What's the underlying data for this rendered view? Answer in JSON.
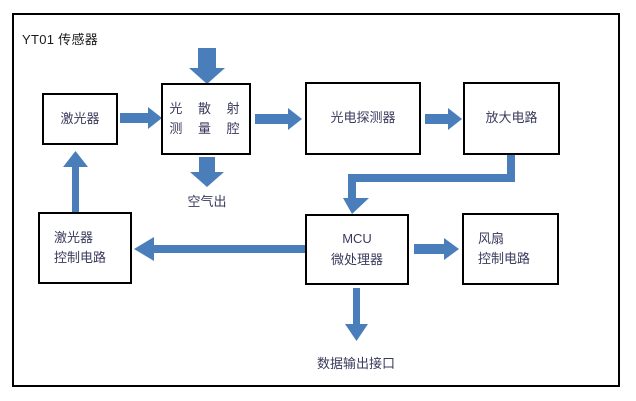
{
  "diagram": {
    "title": "YT01 传感器",
    "enclosure_label": "YT01 传感器",
    "colors": {
      "arrow_blue": "#4a7ebb",
      "arrow_blue_dark": "#3f6fa8",
      "box_border": "#000000",
      "text": "#3a3a5c",
      "background": "#ffffff"
    },
    "blocks": [
      {
        "id": "laser",
        "lines": [
          "激光器"
        ],
        "align": "center"
      },
      {
        "id": "chamber",
        "lines": [
          "光 散 射",
          "测 量 腔"
        ],
        "align": "center"
      },
      {
        "id": "photodetector",
        "lines": [
          "光电探测器"
        ],
        "align": "center"
      },
      {
        "id": "amplifier",
        "lines": [
          "放大电路"
        ],
        "align": "center"
      },
      {
        "id": "laser-control",
        "lines": [
          "激光器",
          "控制电路"
        ],
        "align": "left"
      },
      {
        "id": "mcu",
        "lines": [
          "MCU",
          "微处理器"
        ],
        "align": "center"
      },
      {
        "id": "fan-control",
        "lines": [
          "风扇",
          "控制电路"
        ],
        "align": "left"
      }
    ],
    "labels": [
      {
        "id": "air-out",
        "text": "空气出"
      },
      {
        "id": "data-output",
        "text": "数据输出接口"
      }
    ],
    "flows": [
      {
        "from": "air-inlet",
        "to": "chamber",
        "style": "block-arrow-down"
      },
      {
        "from": "laser",
        "to": "chamber",
        "style": "block-arrow-right"
      },
      {
        "from": "chamber",
        "to": "air-out",
        "style": "block-arrow-down"
      },
      {
        "from": "chamber",
        "to": "photodetector",
        "style": "block-arrow-right"
      },
      {
        "from": "photodetector",
        "to": "amplifier",
        "style": "block-arrow-right"
      },
      {
        "from": "amplifier",
        "to": "mcu",
        "style": "elbow-arrow-down"
      },
      {
        "from": "mcu",
        "to": "laser-control",
        "style": "arrow-left"
      },
      {
        "from": "laser-control",
        "to": "laser",
        "style": "arrow-up"
      },
      {
        "from": "mcu",
        "to": "fan-control",
        "style": "block-arrow-right"
      },
      {
        "from": "mcu",
        "to": "data-output",
        "style": "arrow-down"
      }
    ]
  }
}
